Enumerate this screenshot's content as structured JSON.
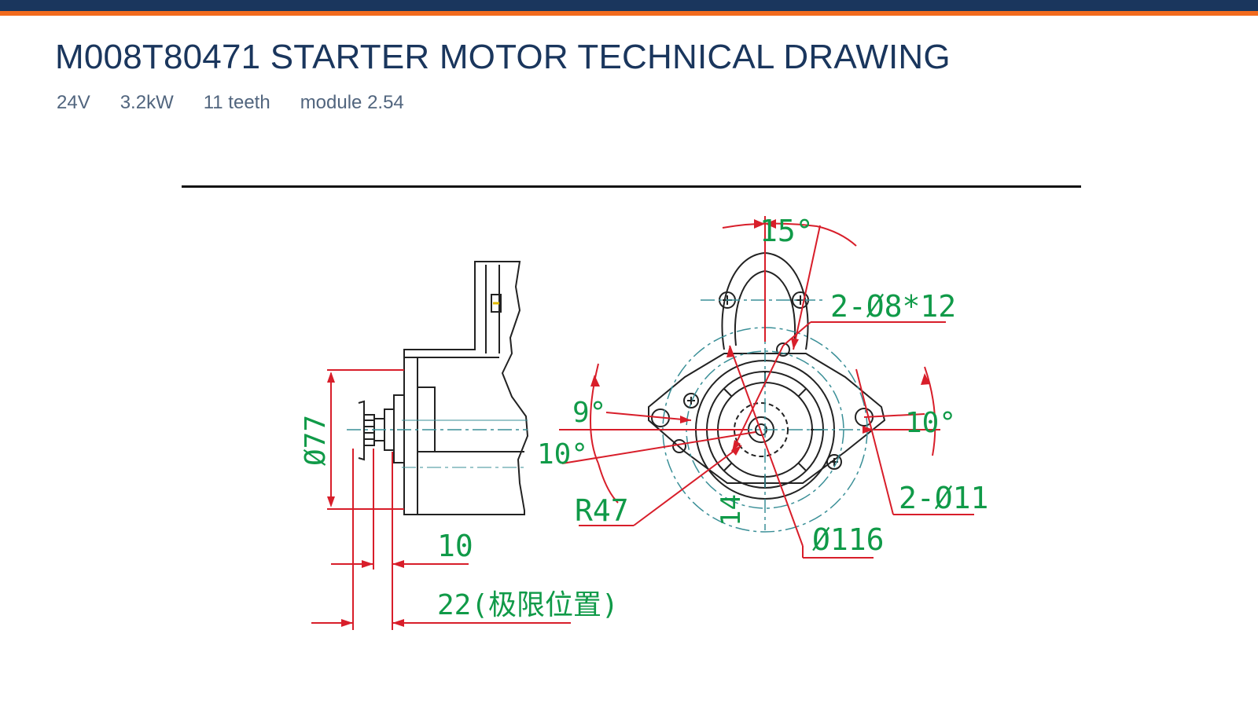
{
  "header": {
    "title": "M008T80471 STARTER MOTOR TECHNICAL DRAWING",
    "specs": [
      "24V",
      "3.2kW",
      "11 teeth",
      "module 2.54"
    ]
  },
  "colors": {
    "brand_navy": "#1a365d",
    "accent_orange": "#f26b1d",
    "dimension_green": "#109a48",
    "dimension_red": "#d81e2a",
    "centerline_teal": "#3a8f97"
  },
  "drawing": {
    "dimensions": {
      "angle_top": "15°",
      "bolt_holes": "2-Ø8*12",
      "angle_left_upper": "9°",
      "angle_left_lower": "10°",
      "angle_right": "10°",
      "radius": "R47",
      "mount_holes": "2-Ø11",
      "pinion_offset": "14",
      "flange_diameter": "Ø116",
      "pilot_diameter": "Ø77",
      "pinion_length": "10",
      "extension": "22(极限位置)"
    }
  }
}
